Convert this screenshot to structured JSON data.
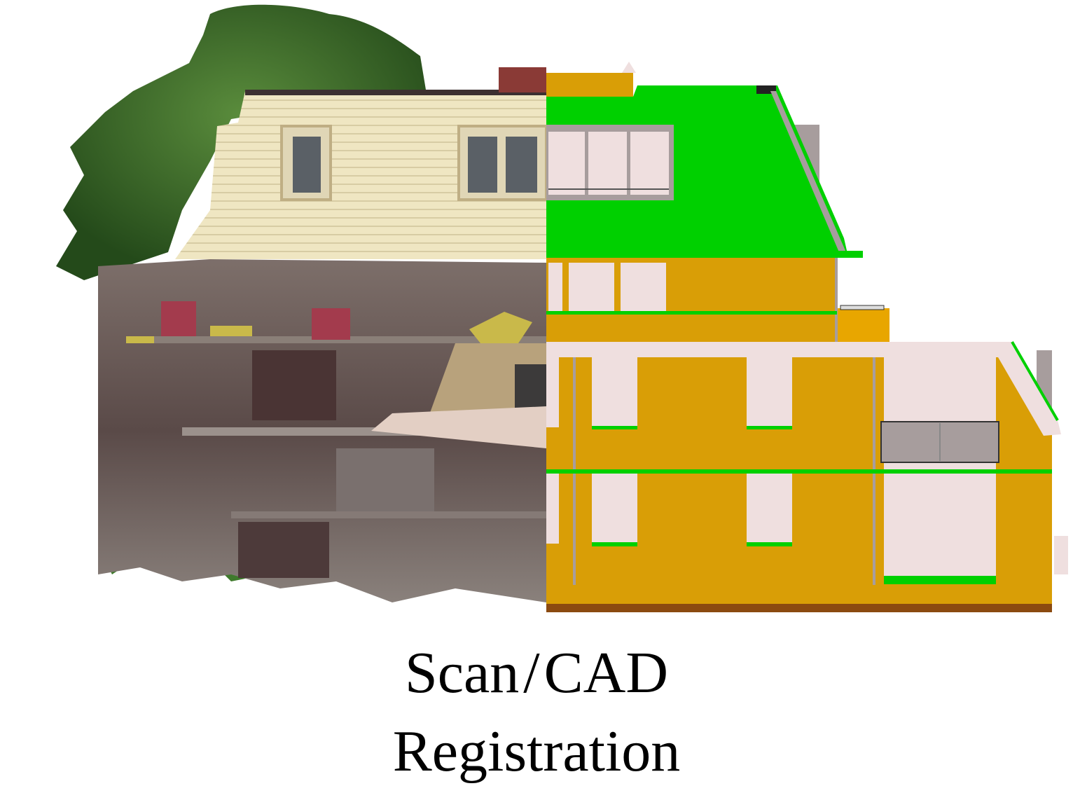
{
  "caption": {
    "line1_left": "Scan",
    "line1_sep": "/",
    "line1_right": "CAD",
    "line2": "Registration"
  },
  "colors": {
    "cad_wall": "#d99e06",
    "cad_roof": "#00d000",
    "cad_window": "#efdfdf",
    "cad_side": "#a79d9d",
    "cad_base": "#8b4a10",
    "tree": "#3d6b2a",
    "scan_wall": "#6e5f5c",
    "scan_roof": "#efe6c2"
  },
  "figure": {
    "left_half": "textured-scan-mesh",
    "right_half": "cad-model"
  }
}
